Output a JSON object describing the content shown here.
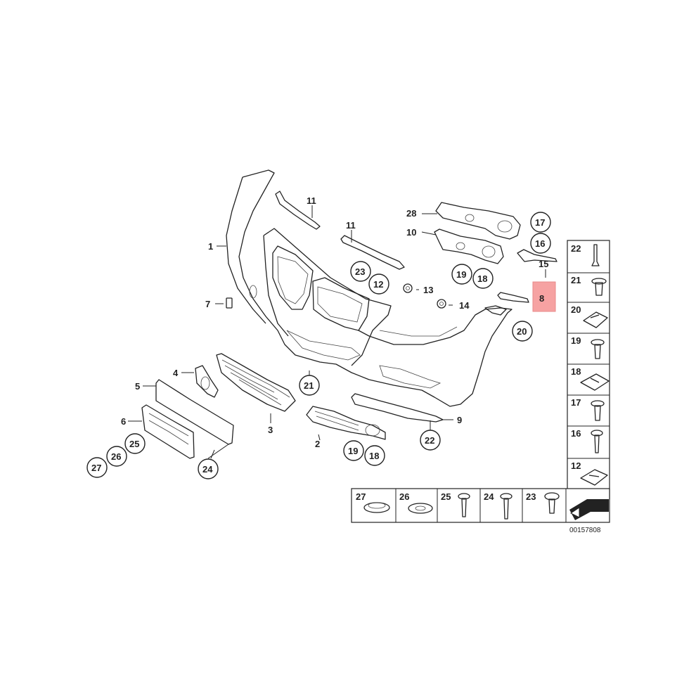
{
  "callouts": {
    "c1": "1",
    "c2": "2",
    "c3": "3",
    "c4": "4",
    "c5": "5",
    "c6": "6",
    "c7": "7",
    "c8": "8",
    "c9": "9",
    "c10": "10",
    "c11a": "11",
    "c11b": "11",
    "c12": "12",
    "c13": "13",
    "c14": "14",
    "c15": "15",
    "c16": "16",
    "c17": "17",
    "c18a": "18",
    "c18b": "18",
    "c19a": "19",
    "c19b": "19",
    "c20": "20",
    "c21": "21",
    "c22": "22",
    "c23": "23",
    "c24": "24",
    "c25": "25",
    "c26": "26",
    "c27": "27",
    "c28": "28"
  },
  "side_table": [
    "22",
    "21",
    "20",
    "19",
    "18",
    "17",
    "16",
    "12"
  ],
  "bottom_table": [
    "27",
    "26",
    "25",
    "24",
    "23"
  ],
  "reference_number": "00157808",
  "highlight_color": "#f6a2a2"
}
